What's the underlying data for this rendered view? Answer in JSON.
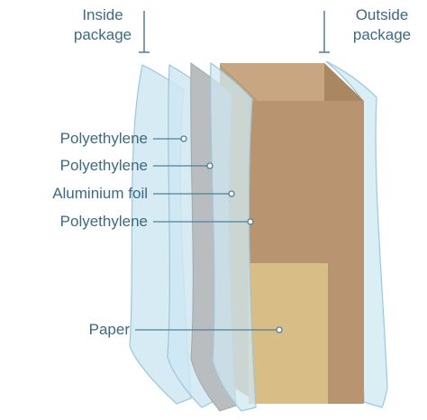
{
  "header": {
    "inside_line1": "Inside",
    "inside_line2": "package",
    "outside_line1": "Outside",
    "outside_line2": "package"
  },
  "layers": [
    {
      "label": "Polyethylene"
    },
    {
      "label": "Polyethylene"
    },
    {
      "label": "Aluminium foil"
    },
    {
      "label": "Polyethylene"
    },
    {
      "label": "Paper"
    }
  ],
  "colors": {
    "label_text": "#3d6a80",
    "leader_line": "#4f7f96",
    "film": "#cfe8f2",
    "film_edge": "#9cc7d8",
    "foil": "#b9bcbf",
    "paper_block": "#b89470",
    "paper_front": "#d9bd86"
  }
}
